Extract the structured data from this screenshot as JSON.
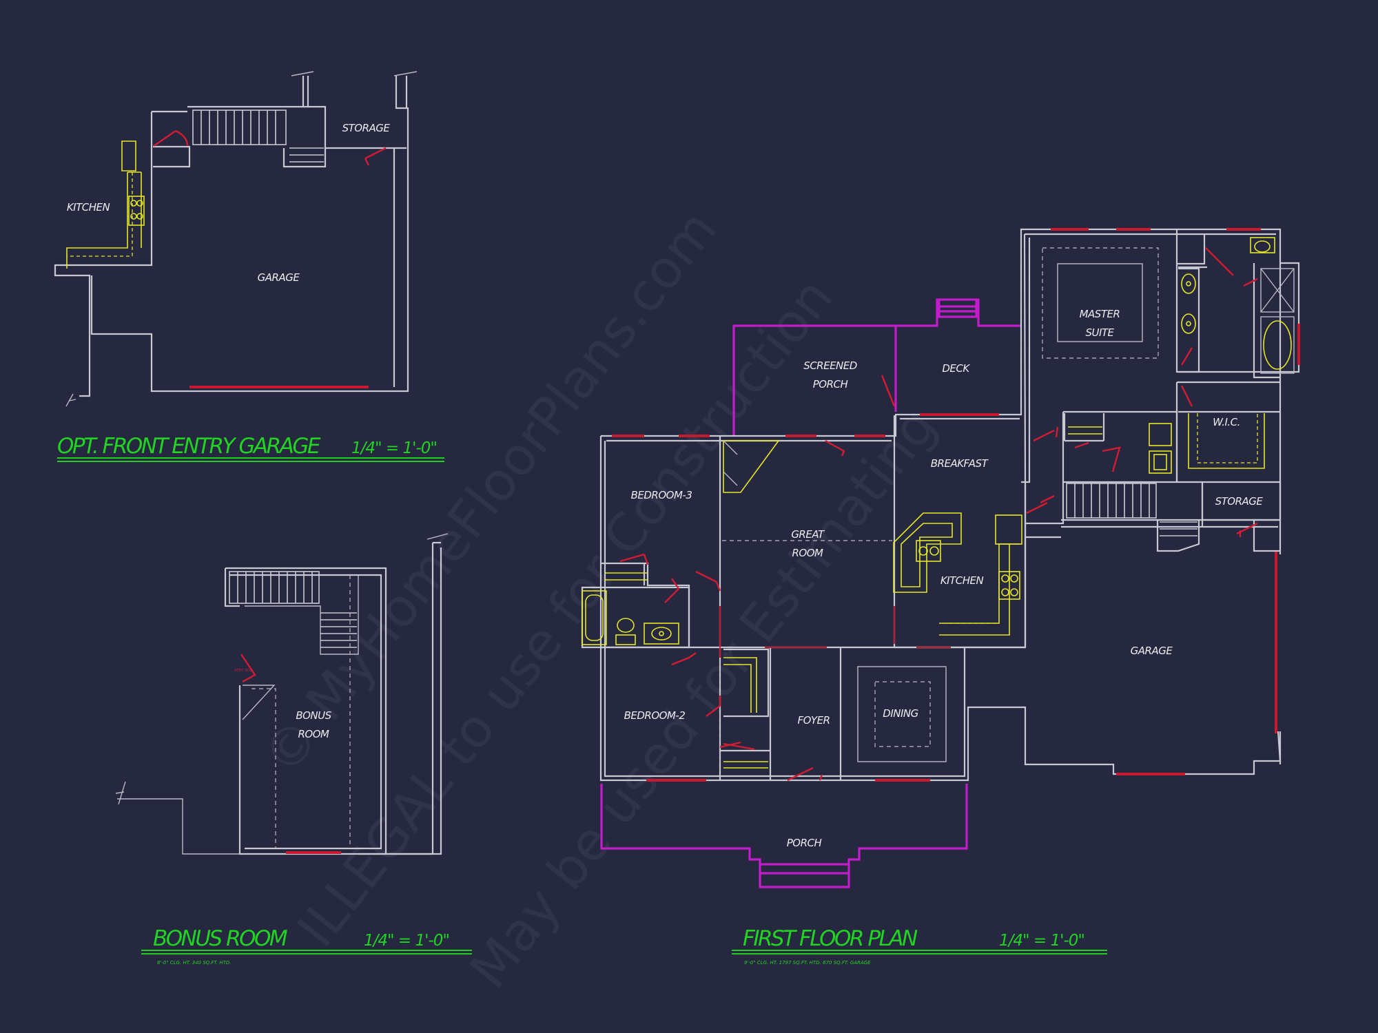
{
  "watermark": {
    "line1": "© MyHomeFloorPlans.com",
    "line2": "ILLEGAL to use for Construction",
    "line3": "May be used for Estimating"
  },
  "colors": {
    "background": "#262840",
    "walls": "#c9c9d4",
    "windows": "#c7192f",
    "porch_walls": "#c21ccb",
    "fixtures": "#e4e628",
    "titles": "#22d422"
  },
  "garage_plan": {
    "title": "OPT. FRONT ENTRY GARAGE",
    "scale": "1/4\" = 1'-0\"",
    "rooms": {
      "storage": "STORAGE",
      "kitchen": "KITCHEN",
      "garage": "GARAGE"
    }
  },
  "bonus_plan": {
    "title": "BONUS ROOM",
    "scale": "1/4\" = 1'-0\"",
    "note": "8'-0\" CLG. HT.   340 SQ.FT. HTD.",
    "rooms": {
      "bonus_line1": "BONUS",
      "bonus_line2": "ROOM",
      "tag": "ATTIC ACC."
    }
  },
  "first_floor": {
    "title": "FIRST FLOOR PLAN",
    "scale": "1/4\" = 1'-0\"",
    "note": "9'-0\" CLG. HT.   1797 SQ.FT. HTD.   670 SQ.FT. GARAGE",
    "rooms": {
      "screened_line1": "SCREENED",
      "screened_line2": "PORCH",
      "deck": "DECK",
      "master_line1": "MASTER",
      "master_line2": "SUITE",
      "wic": "W.I.C.",
      "breakfast": "BREAKFAST",
      "bedroom3": "BEDROOM-3",
      "great_line1": "GREAT",
      "great_line2": "ROOM",
      "kitchen": "KITCHEN",
      "storage": "STORAGE",
      "garage": "GARAGE",
      "bedroom2": "BEDROOM-2",
      "foyer": "FOYER",
      "dining": "DINING",
      "porch": "PORCH"
    }
  }
}
